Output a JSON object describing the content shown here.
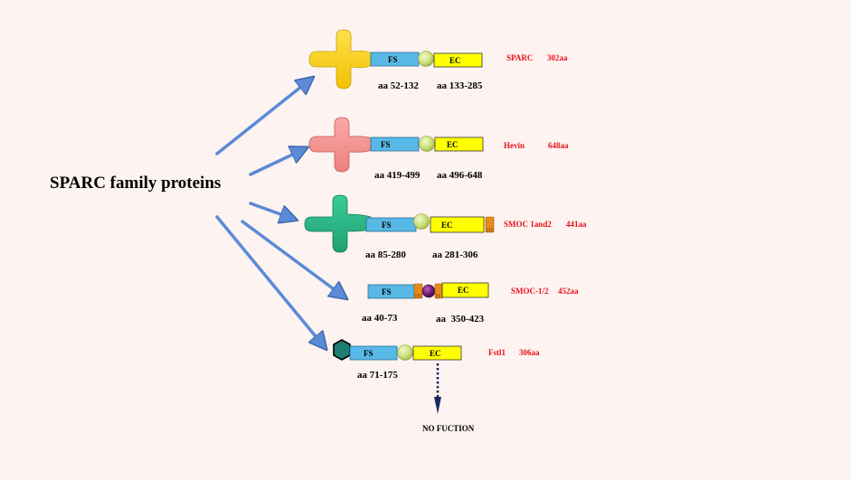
{
  "title": "SPARC family proteins",
  "colors": {
    "background": "#fdf3f1",
    "arrow": "#5b8ad6",
    "fs_domain": "#58b8e6",
    "ec_domain": "#ffff00",
    "link_circle": "#cbe07a",
    "label_red": "#e8111b",
    "sparc_nterm": "#ffd928",
    "hevin_nterm": "#f79a98",
    "smoc_nterm": "#2db887",
    "tyg_domain": "#e88a1b",
    "smoc_linker": "#6b1a6e",
    "fstl1_nterm": "#1e7d73",
    "down_arrow": "#1b2a5c"
  },
  "proteins": [
    {
      "name": "SPARC",
      "length": "302aa",
      "fs_label": "FS",
      "ec_label": "EC",
      "range1": "aa 52-132",
      "range2": "aa 133-285"
    },
    {
      "name": "Hevin",
      "length": "648aa",
      "fs_label": "FS",
      "ec_label": "EC",
      "range1": "aa 419-499",
      "range2": "aa 496-648"
    },
    {
      "name": "SMOC 1and2",
      "length": "441aa",
      "fs_label": "FS",
      "ec_label": "EC",
      "range1": "aa 85-280",
      "range2": "aa 281-306"
    },
    {
      "name": "SMOC-1/2",
      "length": "452aa",
      "fs_label": "FS",
      "ec_label": "EC",
      "range1": "aa 40-73",
      "range2": "aa  350-423"
    },
    {
      "name": "Fstl1",
      "length": "306aa",
      "fs_label": "FS",
      "ec_label": "EC",
      "range1": "aa 71-175",
      "range2": ""
    }
  ],
  "no_function_label": "NO FUCTION"
}
